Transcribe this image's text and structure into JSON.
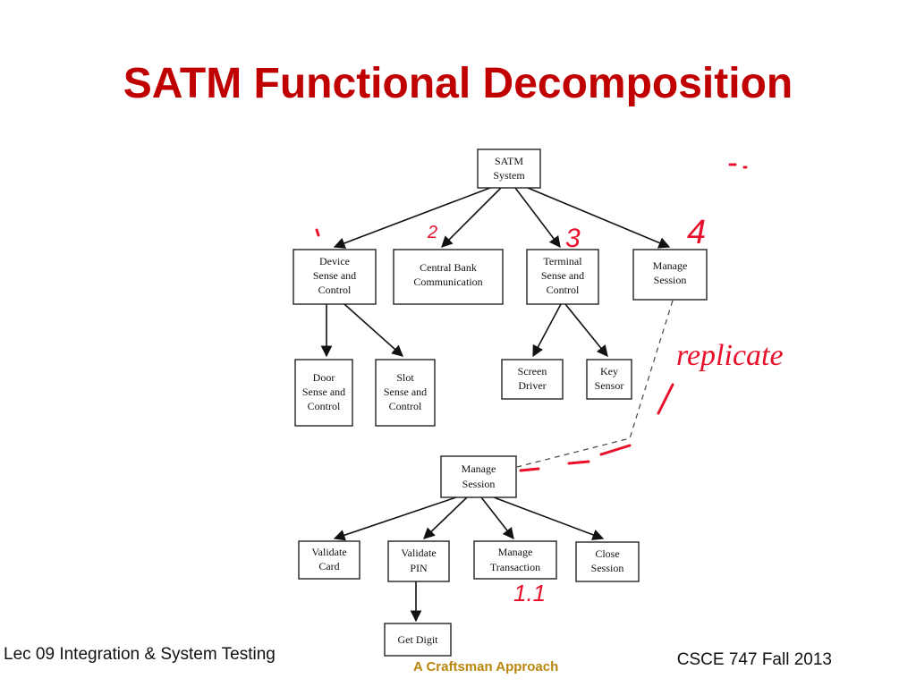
{
  "slide": {
    "title": "SATM Functional Decomposition"
  },
  "diagram": {
    "nodes": {
      "satm_system": [
        "SATM",
        "System"
      ],
      "device_sense": [
        "Device",
        "Sense and",
        "Control"
      ],
      "central_bank": [
        "Central Bank",
        "Communication"
      ],
      "terminal_sense": [
        "Terminal",
        "Sense and",
        "Control"
      ],
      "manage_session_top": [
        "Manage",
        "Session"
      ],
      "door_sense": [
        "Door",
        "Sense and",
        "Control"
      ],
      "slot_sense": [
        "Slot",
        "Sense and",
        "Control"
      ],
      "screen_driver": [
        "Screen",
        "Driver"
      ],
      "key_sensor": [
        "Key",
        "Sensor"
      ],
      "manage_session_sub": [
        "Manage",
        "Session"
      ],
      "validate_card": [
        "Validate",
        "Card"
      ],
      "validate_pin": [
        "Validate",
        "PIN"
      ],
      "manage_transaction": [
        "Manage",
        "Transaction"
      ],
      "close_session": [
        "Close",
        "Session"
      ],
      "get_digit": [
        "Get Digit"
      ]
    }
  },
  "annotations": {
    "handwritten_numbers": [
      "2",
      "3",
      "4"
    ],
    "handwritten_note": "replicate",
    "handwritten_label": "1.1"
  },
  "footer": {
    "left": "Lec 09 Integration & System Testing",
    "center": "A Craftsman Approach",
    "right": "CSCE 747 Fall 2013"
  },
  "colors": {
    "title": "#c00000",
    "ink": "#e8102a",
    "footer_center": "#b8860b"
  }
}
